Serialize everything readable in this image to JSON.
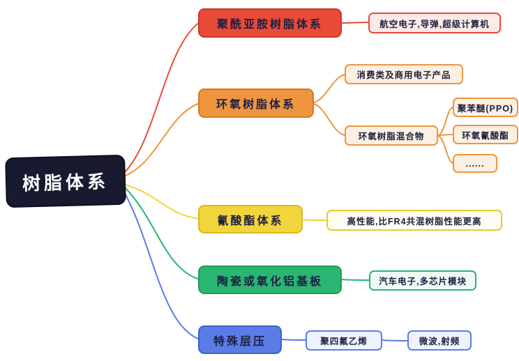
{
  "root": {
    "label": "树脂体系"
  },
  "branches": [
    {
      "label": "聚酰亚胺树脂体系",
      "children": [
        {
          "label": "航空电子,导弹,超级计算机"
        }
      ]
    },
    {
      "label": "环氧树脂体系",
      "children": [
        {
          "label": "消费类及商用电子产品"
        },
        {
          "label": "环氧树脂混合物",
          "children": [
            {
              "label": "聚苯醚(PPO)"
            },
            {
              "label": "环氧氰酸酯"
            },
            {
              "label": "......"
            }
          ]
        }
      ]
    },
    {
      "label": "氰酸酯体系",
      "children": [
        {
          "label": "高性能,比FR4共混树脂性能更高"
        }
      ]
    },
    {
      "label": "陶瓷或氧化铝基板",
      "children": [
        {
          "label": "汽车电子,多芯片模块"
        }
      ]
    },
    {
      "label": "特殊层压",
      "children": [
        {
          "label": "聚四氟乙烯",
          "children": [
            {
              "label": "微波,射频"
            }
          ]
        }
      ]
    }
  ],
  "colors": {
    "red": "#ea4a38",
    "orange": "#f0953f",
    "yellow": "#f2d53c",
    "green": "#2ab573",
    "blue": "#5b7ce6",
    "root_bg": "#181b30",
    "text": "#1c2040"
  }
}
